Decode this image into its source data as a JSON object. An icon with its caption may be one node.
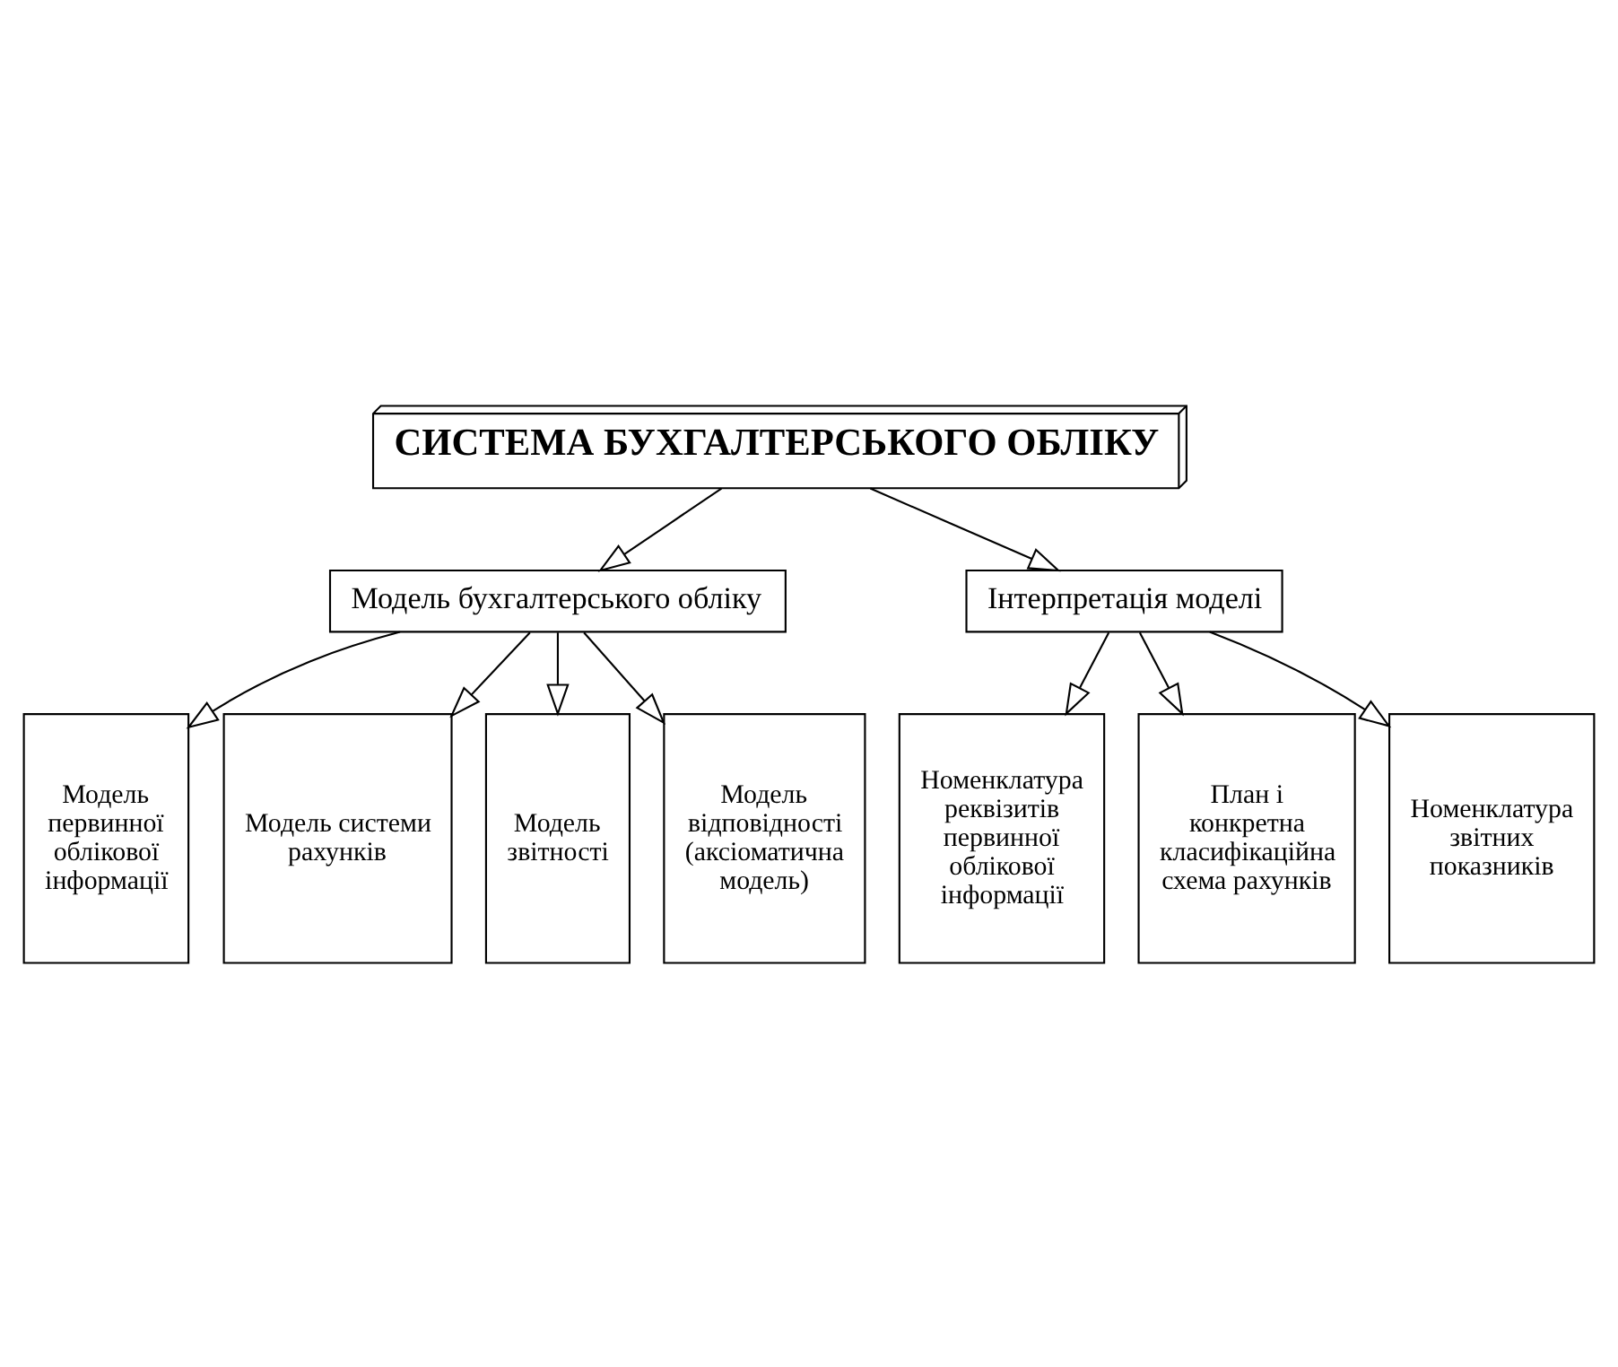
{
  "diagram": {
    "nodes": [
      {
        "text": [
          "СИСТЕМА БУХГАЛТЕРСЬКОГО ОБЛІКУ"
        ]
      },
      {
        "text": [
          "Модель бухгалтерського обліку"
        ]
      },
      {
        "text": [
          "Інтерпретація моделі"
        ]
      },
      {
        "text": [
          "Модель первинної облікової інформації"
        ]
      },
      {
        "text": [
          "Модель системи рахунків"
        ]
      },
      {
        "text": [
          "Модель звітності"
        ]
      },
      {
        "text": [
          "Модель відповідності (аксіоматична модель)"
        ]
      },
      {
        "text": [
          "Номенклатура реквізитів первинної облікової інформації"
        ]
      },
      {
        "text": [
          "План і конкретна класифікаційна схема рахунків"
        ]
      },
      {
        "text": [
          "Номенклатура звітних показників"
        ]
      }
    ],
    "edges": [
      {
        "from": 0,
        "to": 1,
        "arrow": "to"
      },
      {
        "from": 0,
        "to": 2,
        "arrow": "to"
      },
      {
        "from": 1,
        "to": 3,
        "arrow": "to"
      },
      {
        "from": 1,
        "to": 4,
        "arrow": "to"
      },
      {
        "from": 1,
        "to": 5,
        "arrow": "to"
      },
      {
        "from": 1,
        "to": 6,
        "arrow": "to"
      },
      {
        "from": 2,
        "to": 7,
        "arrow": "to"
      },
      {
        "from": 2,
        "to": 8,
        "arrow": "to"
      },
      {
        "from": 2,
        "to": 9,
        "arrow": "to"
      }
    ]
  }
}
